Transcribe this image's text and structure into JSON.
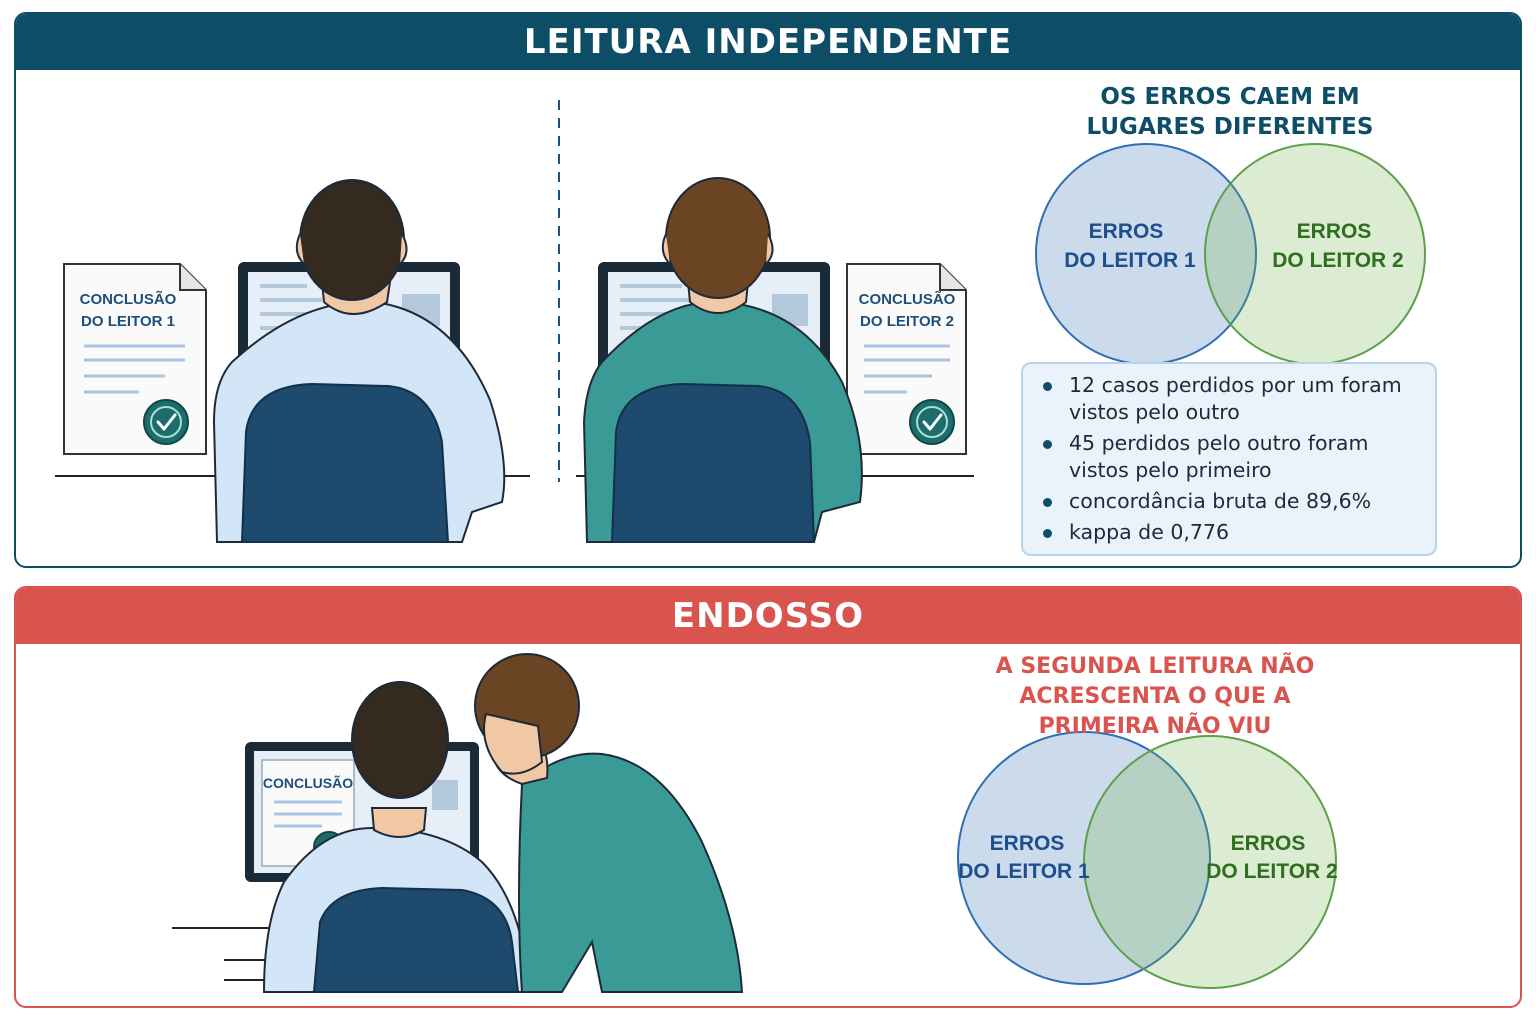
{
  "top": {
    "title": "LEITURA INDEPENDENTE",
    "doc1": {
      "line1": "CONCLUSÃO",
      "line2": "DO LEITOR 1"
    },
    "doc2": {
      "line1": "CONCLUSÃO",
      "line2": "DO LEITOR 2"
    },
    "headline": {
      "line1": "OS ERROS CAEM EM",
      "line2": "LUGARES DIFERENTES"
    },
    "venn": {
      "left": {
        "line1": "ERROS",
        "line2": "DO LEITOR 1"
      },
      "right": {
        "line1": "ERROS",
        "line2": "DO LEITOR 2"
      }
    },
    "stats": [
      "12 casos perdidos por um foram vistos pelo outro",
      "45 perdidos pelo outro foram vistos pelo primeiro",
      "concordância bruta de 89,6%",
      "kappa de 0,776"
    ]
  },
  "bottom": {
    "title": "ENDOSSO",
    "screen_doc": "CONCLUSÃO",
    "headline": {
      "line1": "A SEGUNDA LEITURA NÃO",
      "line2": "ACRESCENTA O QUE A",
      "line3": "PRIMEIRA NÃO VIU"
    },
    "venn": {
      "left": {
        "line1": "ERROS",
        "line2": "DO LEITOR 1"
      },
      "right": {
        "line1": "ERROS",
        "line2": "DO LEITOR 2"
      }
    }
  },
  "colors": {
    "navy": "#0e4d66",
    "red": "#d9534f",
    "reader1_blue": "#2f6fb3",
    "reader2_green": "#3f8a2c",
    "teal_shirt": "#3a9a95"
  }
}
